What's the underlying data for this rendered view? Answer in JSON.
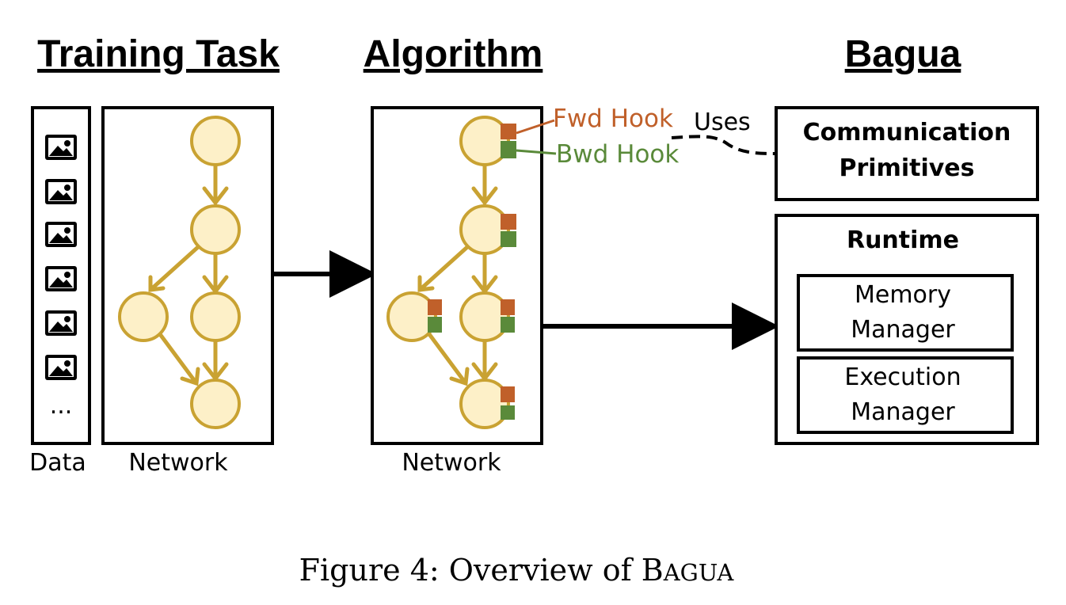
{
  "titles": {
    "training_task": "Training Task",
    "algorithm": "Algorithm",
    "bagua": "Bagua"
  },
  "labels": {
    "data": "Data",
    "network_left": "Network",
    "network_middle": "Network",
    "fwd_hook": "Fwd Hook",
    "bwd_hook": "Bwd Hook",
    "uses": "Uses",
    "ellipsis": "..."
  },
  "bagua": {
    "communication_line1": "Communication",
    "communication_line2": "Primitives",
    "runtime": "Runtime",
    "memory_line1": "Memory",
    "memory_line2": "Manager",
    "execution_line1": "Execution",
    "execution_line2": "Manager"
  },
  "caption": {
    "prefix": "Figure 4: Overview of ",
    "name_first": "B",
    "name_rest": "AGUA"
  },
  "colors": {
    "node_fill": "#fdf0c8",
    "node_stroke": "#c9a232",
    "fwd_hook": "#c0602a",
    "bwd_hook": "#5a8a3a"
  },
  "icons": [
    "image-icon",
    "image-icon",
    "image-icon",
    "image-icon",
    "image-icon",
    "image-icon"
  ]
}
